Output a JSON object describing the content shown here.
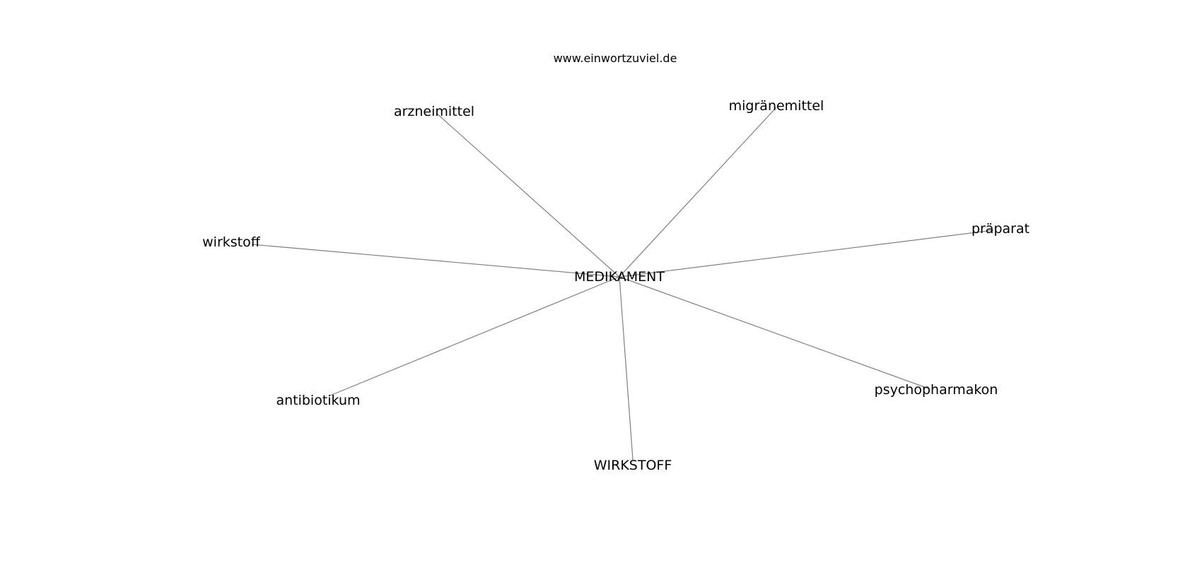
{
  "site": "www.einwortzuviel.de",
  "colors": {
    "edge": "#808080",
    "text": "#000000",
    "background": "#ffffff"
  },
  "graph": {
    "center": "MEDIKAMENT",
    "nodes": [
      {
        "id": "medikament",
        "label": "MEDIKAMENT"
      },
      {
        "id": "arzneimittel",
        "label": "arzneimittel"
      },
      {
        "id": "migraenemittel",
        "label": "migränemittel"
      },
      {
        "id": "wirkstoff",
        "label": "wirkstoff"
      },
      {
        "id": "praeparat",
        "label": "präparat"
      },
      {
        "id": "antibiotikum",
        "label": "antibiotikum"
      },
      {
        "id": "psychopharmakon",
        "label": "psychopharmakon"
      },
      {
        "id": "wirkstoff-upper",
        "label": "WIRKSTOFF"
      }
    ],
    "edges": [
      {
        "from": "medikament",
        "to": "arzneimittel"
      },
      {
        "from": "medikament",
        "to": "migraenemittel"
      },
      {
        "from": "medikament",
        "to": "wirkstoff"
      },
      {
        "from": "medikament",
        "to": "praeparat"
      },
      {
        "from": "medikament",
        "to": "antibiotikum"
      },
      {
        "from": "medikament",
        "to": "psychopharmakon"
      },
      {
        "from": "medikament",
        "to": "wirkstoff-upper"
      }
    ]
  }
}
